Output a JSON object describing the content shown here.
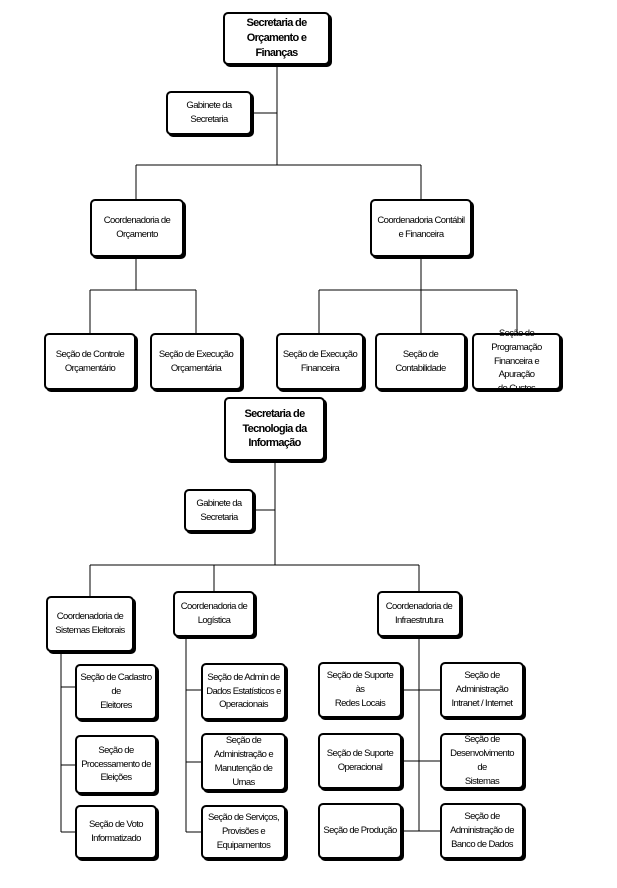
{
  "units": {
    "financas": {
      "title": "Secretaria de\nOrçamento e Finanças",
      "gabinete": "Gabinete da\nSecretaria",
      "coordenadorias": [
        {
          "name": "Coordenadoria de\nOrçamento",
          "secoes": [
            "Seção de Controle\nOrçamentário",
            "Seção de Execução\nOrçamentária"
          ]
        },
        {
          "name": "Coordenadoria Contábil\ne Financeira",
          "secoes": [
            "Seção de Execução\nFinanceira",
            "Seção de Contabilidade",
            "Seção de Programação\nFinanceira e Apuração\nde Custos"
          ]
        }
      ]
    },
    "ti": {
      "title": "Secretaria de\nTecnologia da\nInformação",
      "gabinete": "Gabinete da\nSecretaria",
      "coordenadorias": [
        {
          "name": "Coordenadoria de\nSistemas Eleitorais",
          "secoes": [
            "Seção de Cadastro de\nEleitores",
            "Seção de\nProcessamento de\nEleições",
            "Seção de Voto\nInformatizado"
          ]
        },
        {
          "name": "Coordenadoria de\nLogística",
          "secoes": [
            "Seção de Admin de\nDados Estatísticos e\nOperacionais",
            "Seção de\nAdministração e\nManutenção de Urnas",
            "Seção de Serviços,\nProvisões e\nEquipamentos"
          ]
        },
        {
          "name": "Coordenadoria de\nInfraestrutura",
          "secoes": [
            "Seção de Suporte às\nRedes Locais",
            "Seção de Suporte\nOperacional",
            "Seção de Produção",
            "Seção de\nAdministração\nIntranet / Internet",
            "Seção de\nDesenvolvimento de\nSistemas",
            "Seção de\nAdministração de\nBanco de Dados"
          ]
        }
      ]
    }
  }
}
